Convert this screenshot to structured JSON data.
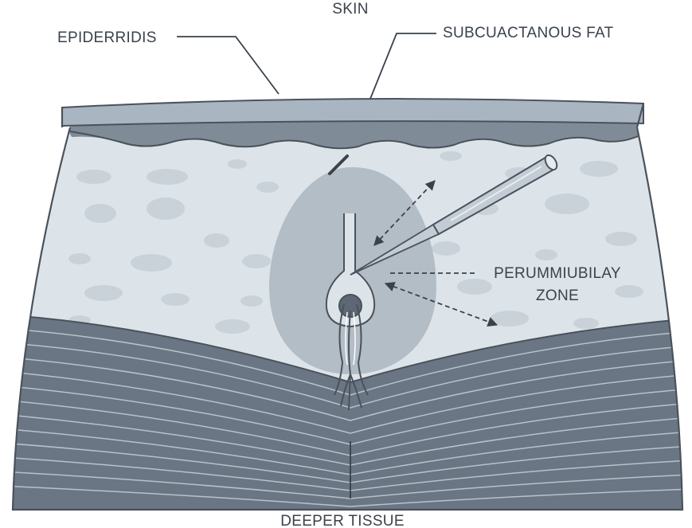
{
  "labels": {
    "top": "SKIN",
    "epidermis": "EPIDERRIDIS",
    "fat": "SUBCUACTANOUS FAT",
    "zone_line1": "PERUMMIUBILAY",
    "zone_line2": "ZONE",
    "bottom": "DEEPER TISSUE"
  },
  "colors": {
    "outline": "#4a525b",
    "skin": "#a9b6c1",
    "epidermis_band": "#7f8c98",
    "fat": "#dde4e9",
    "fat_blob": "#c9d2d9",
    "zone": "#a4b0ba",
    "muscle": "#6a7683",
    "muscle_line": "#b8c2cb",
    "needle": "#c3ccd4"
  }
}
